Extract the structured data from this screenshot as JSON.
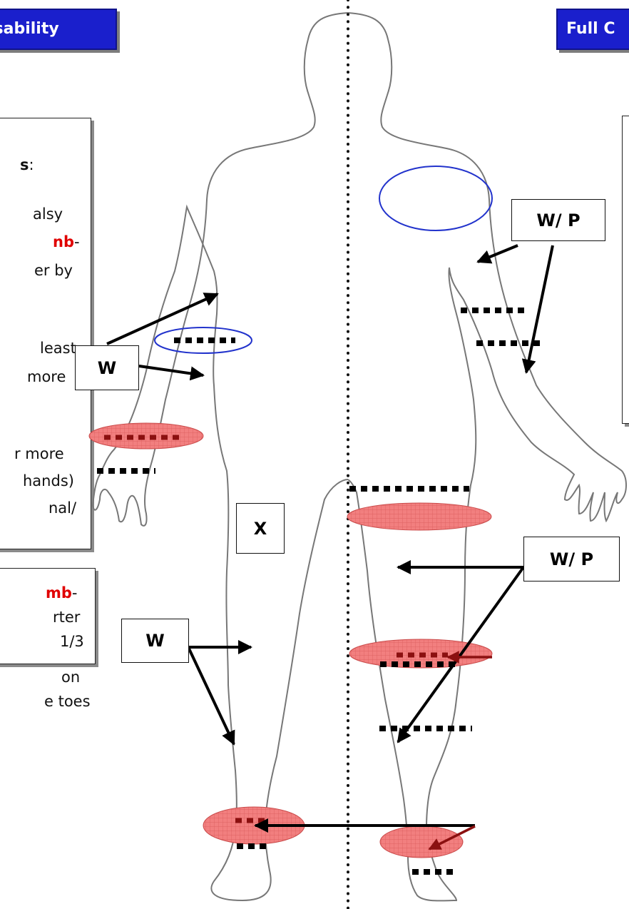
{
  "headers": {
    "left": "isability",
    "right": "Full C"
  },
  "left_box_top": {
    "line1_bold": "s",
    "line1_rest": ":",
    "line2": "alsy",
    "line3_red": "nb",
    "line3_rest": "-",
    "line4": "er by",
    "line5": "least",
    "line6": "more",
    "line7": "r more",
    "line8": "hands)",
    "line9": "nal/"
  },
  "left_box_bottom": {
    "line1_red": "mb",
    "line1_rest": "-",
    "line2": "rter",
    "line3": "1/3",
    "line4": "on",
    "line5": "e toes"
  },
  "labels": {
    "w_arm": "W",
    "x_center": "X",
    "w_leg": "W",
    "wp_arm": "W/ P",
    "wp_leg": "W/ P"
  },
  "colors": {
    "header_blue": "#1a1fcc",
    "highlight_red": "#f27f7f",
    "accent_red": "#e00000",
    "outline_blue": "#2233cc"
  }
}
